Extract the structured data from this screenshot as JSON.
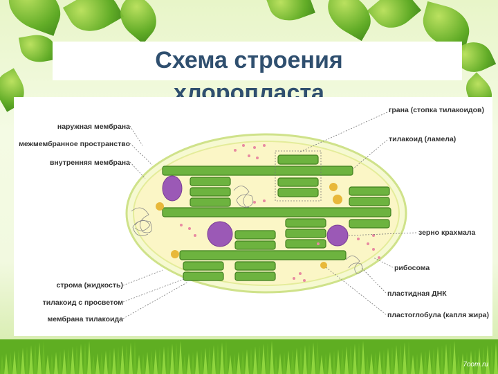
{
  "title_line1": "Схема строения",
  "title_line2": "хлоропласта",
  "labels": {
    "outer_membrane": "наружная мембрана",
    "intermembrane_space": "межмембранное пространство",
    "inner_membrane": "внутренняя мембрана",
    "stroma": "строма (жидкость)",
    "thylakoid_lumen": "тилакоид с просветом",
    "thylakoid_membrane": "мембрана тилакоида",
    "grana": "грана (стопка тилакоидов)",
    "lamella": "тилакоид (ламела)",
    "starch_grain": "зерно крахмала",
    "ribosome": "рибосома",
    "plastid_dna": "пластидная ДНК",
    "plastoglobule": "пластоглобула (капля жира)"
  },
  "watermark": "7oom.ru",
  "colors": {
    "thylakoid": "#6db33f",
    "stroma": "#fbf7cc",
    "starch": "#9b59b6",
    "ribosome": "#e88aa0",
    "plastoglobule": "#e8b83a",
    "title": "#2f4f6f"
  }
}
